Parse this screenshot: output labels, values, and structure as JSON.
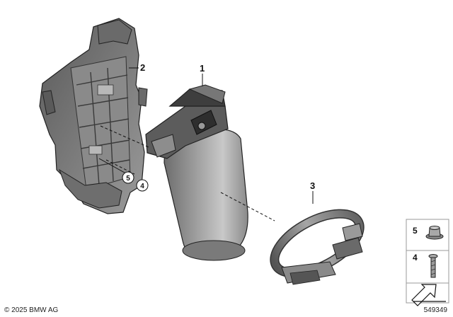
{
  "callouts": {
    "bracket": "2",
    "catalyst": "1",
    "clamp": "3"
  },
  "circled": {
    "first": "5",
    "second": "4"
  },
  "side_parts": {
    "nut": "5",
    "screw": "4"
  },
  "footer": {
    "copyright": "© 2025 BMW AG",
    "diagram_id": "549349"
  },
  "colors": {
    "part_dark": "#4a4a4a",
    "part_mid": "#7d7d7d",
    "part_light": "#bdbdbd",
    "outline": "#222222"
  }
}
